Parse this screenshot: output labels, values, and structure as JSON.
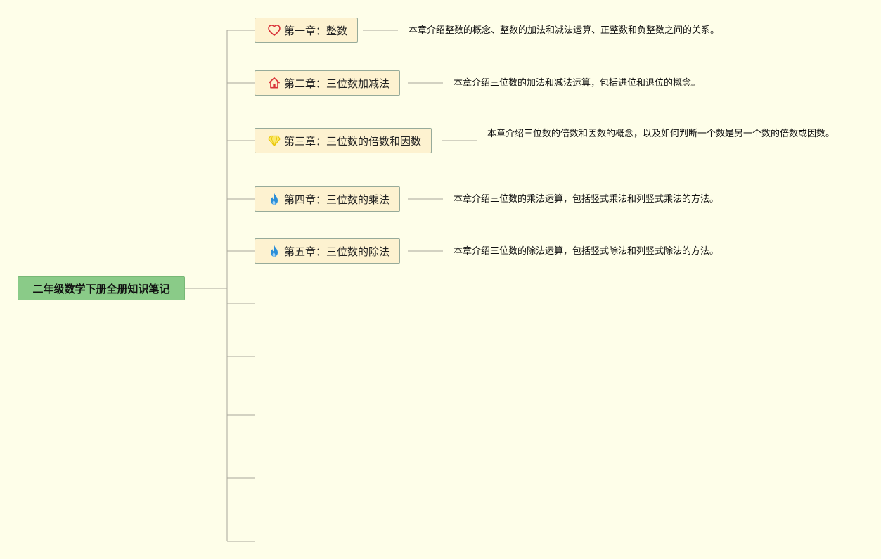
{
  "root": {
    "title": "二年级数学下册全册知识笔记"
  },
  "chapters": [
    {
      "title": "第一章：整数",
      "icon": "heart-icon",
      "description": "本章介绍整数的概念、整数的加法和减法运算、正整数和负整数之间的关系。"
    },
    {
      "title": "第二章：三位数加减法",
      "icon": "home-icon",
      "description": "本章介绍三位数的加法和减法运算，包括进位和退位的概念。"
    },
    {
      "title": "第三章：三位数的倍数和因数",
      "icon": "diamond-icon",
      "description": "本章介绍三位数的倍数和因数的概念，以及如何判断一个数是另一个数的倍数或因数。"
    },
    {
      "title": "第四章：三位数的乘法",
      "icon": "fire-icon",
      "description": "本章介绍三位数的乘法运算，包括竖式乘法和列竖式乘法的方法。"
    },
    {
      "title": "第五章：三位数的除法",
      "icon": "fire-icon",
      "description": "本章介绍三位数的除法运算，包括竖式除法和列竖式除法的方法。"
    }
  ],
  "colors": {
    "background": "#fefee9",
    "root_fill": "#8acb88",
    "chapter_fill": "#fdf2d0",
    "chapter_border": "#97ab9a",
    "connector": "#a8a79a",
    "heart": "#d9343a",
    "home": "#d9343a",
    "diamond": "#f2d61c",
    "fire": "#2a8ed8"
  }
}
